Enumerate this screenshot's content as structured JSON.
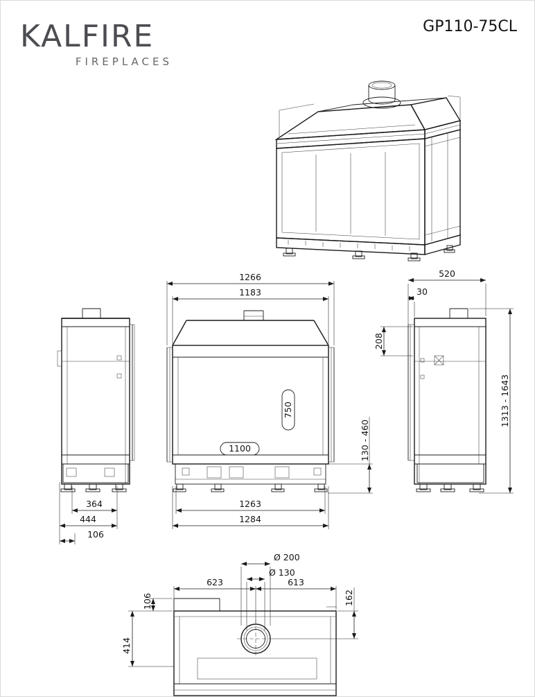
{
  "header": {
    "brand": "KALFIRE",
    "brand_sub": "FIREPLACES",
    "model": "GP110-75CL"
  },
  "front": {
    "dim_width_overall": "1266",
    "dim_width_body": "1183",
    "glass_w": "1100",
    "glass_h": "750",
    "dim_base_inner": "1263",
    "dim_base_outer": "1284",
    "dim_height_base": "130 - 460"
  },
  "right": {
    "dim_depth": "520",
    "dim_offset": "30",
    "dim_top": "208",
    "dim_height": "1313 - 1643"
  },
  "left": {
    "dim_a": "364",
    "dim_b": "444",
    "dim_c": "106"
  },
  "plan": {
    "dim_flue_outer": "Ø 200",
    "dim_flue_inner": "Ø 130",
    "dim_left": "623",
    "dim_right": "613",
    "dim_front": "162",
    "dim_offset": "106",
    "dim_depth": "414"
  }
}
